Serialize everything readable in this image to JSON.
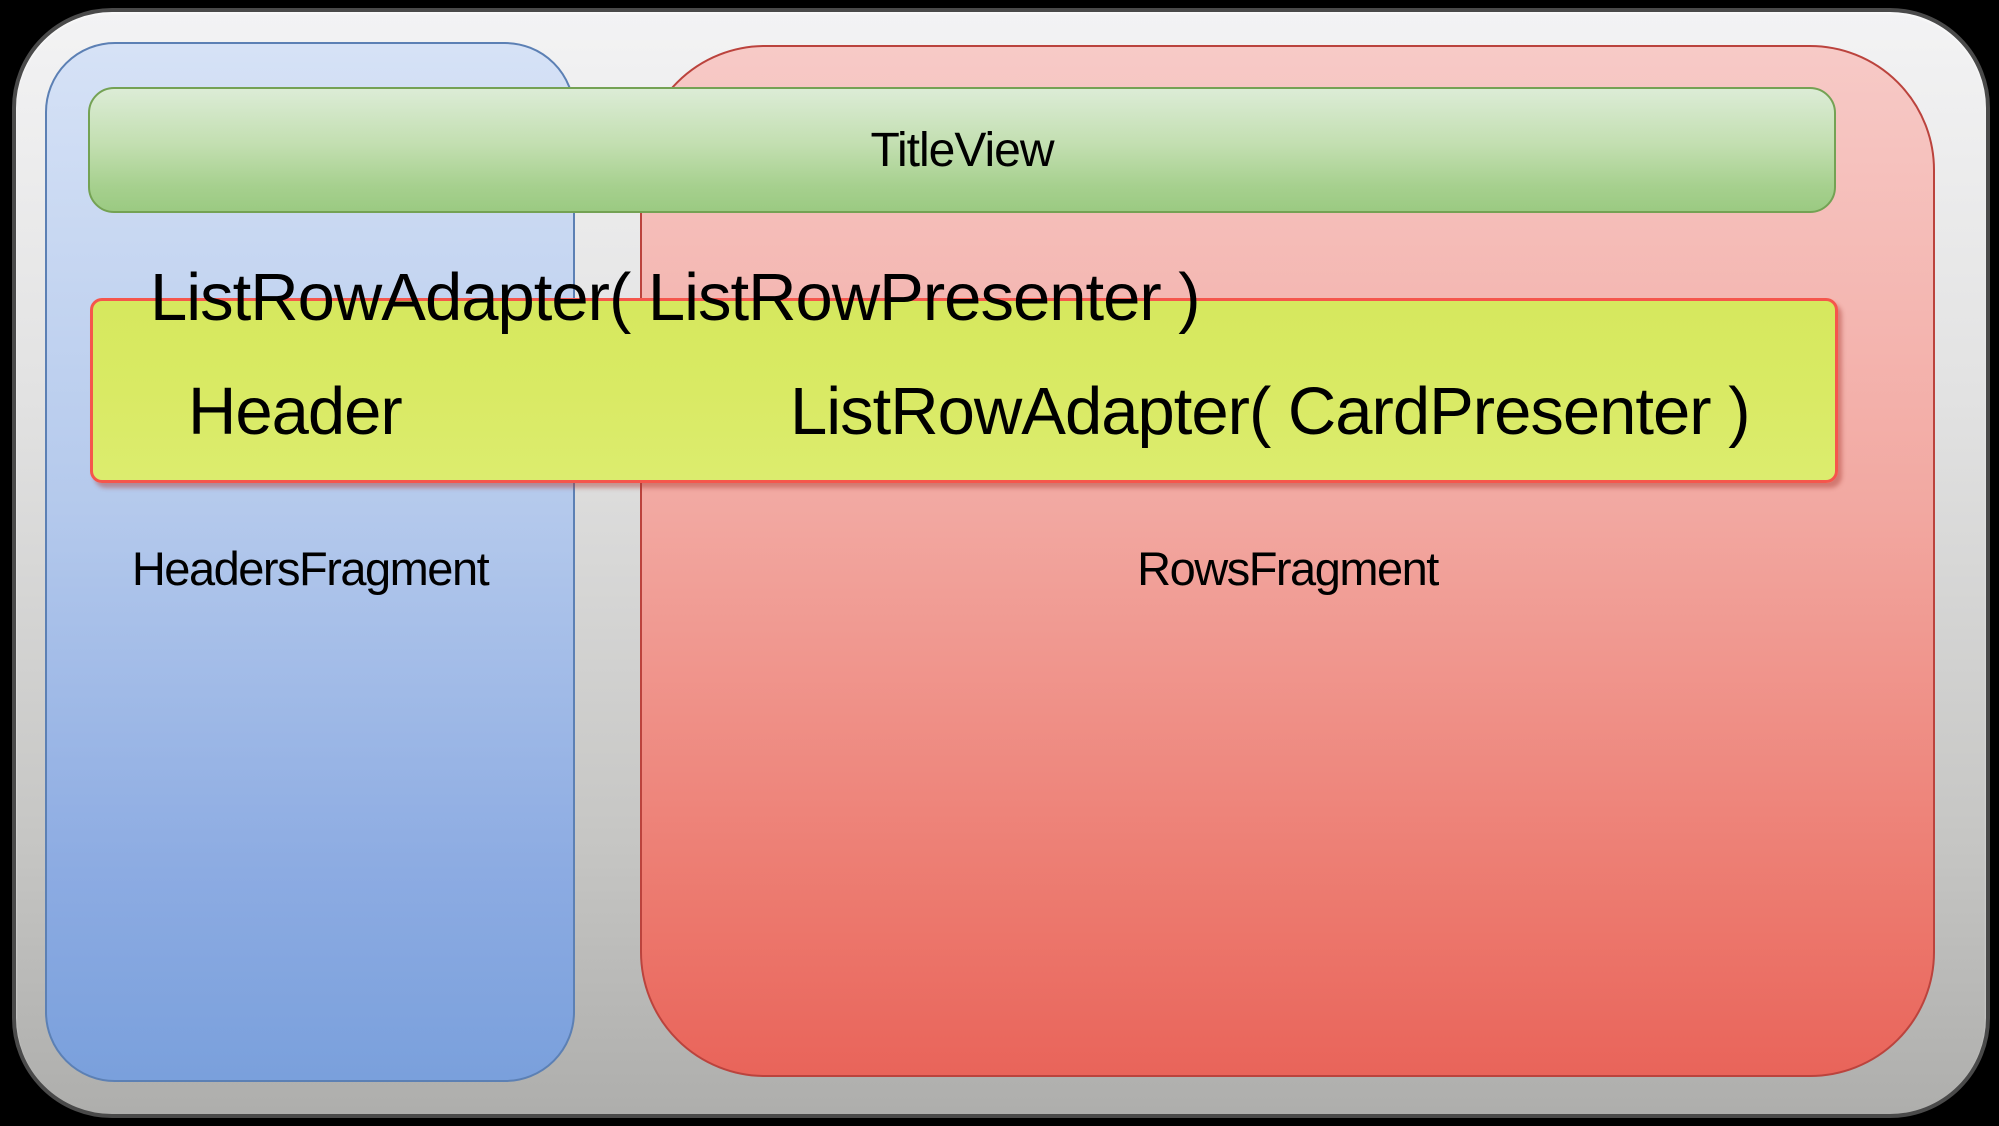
{
  "diagram": {
    "labels": {
      "title_view": "TitleView",
      "list_row_adapter_presenter": "ListRowAdapter( ListRowPresenter )",
      "header": "Header",
      "list_row_adapter_card": "ListRowAdapter( CardPresenter )",
      "headers_fragment": "HeadersFragment",
      "rows_fragment": "RowsFragment"
    },
    "colors": {
      "page_background": "#000000",
      "frame_gray_top": "#f3f3f4",
      "frame_gray_bottom": "#aeaeac",
      "frame_border": "#4a4a4a",
      "headers_blue_top": "#d6e2f6",
      "headers_blue_bottom": "#7aa0dc",
      "headers_border": "#5c80b4",
      "rows_red_top": "#f7cac7",
      "rows_red_bottom": "#e9645a",
      "rows_border": "#bb433d",
      "title_green_top": "#dcecd6",
      "title_green_bottom": "#9bca82",
      "title_border": "#74a254",
      "listrow_yellow": "#d9ea64",
      "listrow_border_red": "#f5564c",
      "text_color": "#000000"
    }
  }
}
